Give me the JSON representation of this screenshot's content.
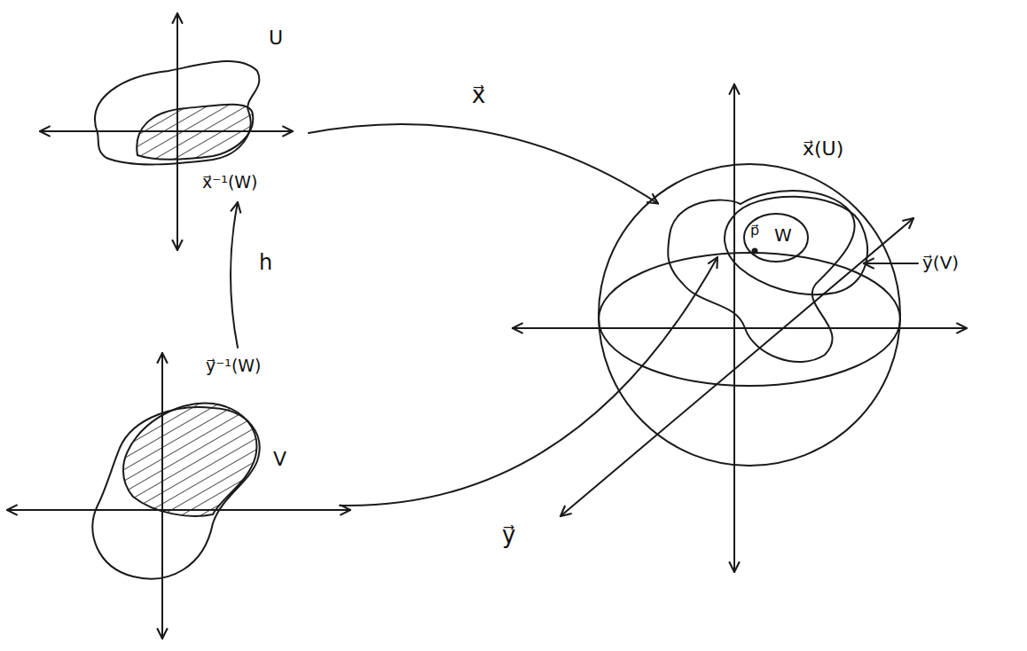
{
  "diagram": {
    "nodes": [
      {
        "text": [
          "U"
        ]
      },
      {
        "text": [
          "x⃗⁻¹(W)"
        ],
        "in": 0
      },
      {
        "text": [
          "V"
        ]
      },
      {
        "text": [
          "y⃗⁻¹(W)"
        ],
        "in": 2
      },
      {
        "text": [
          "x⃗(U)"
        ]
      },
      {
        "text": [
          "y⃗(V)"
        ]
      },
      {
        "text": [
          "p⃗",
          "W"
        ],
        "in": 4
      }
    ],
    "edges": [
      {
        "from": 0,
        "to": 4,
        "label": "x⃗",
        "arrow": "to"
      },
      {
        "from": 2,
        "to": 0,
        "label": "h",
        "arrow": "to"
      },
      {
        "from": 2,
        "to": 5,
        "label": "y⃗",
        "arrow": "to"
      }
    ]
  }
}
